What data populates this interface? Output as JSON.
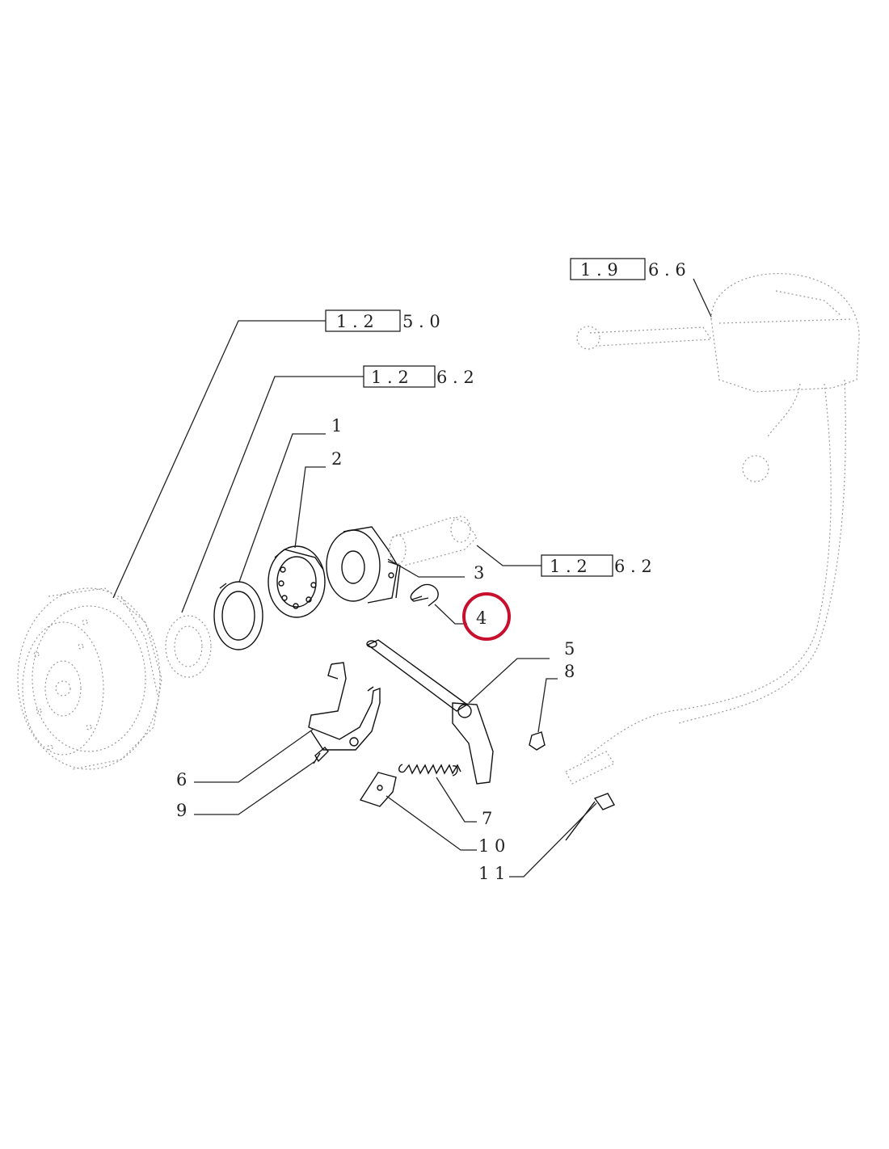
{
  "references": {
    "ref_1960": {
      "boxed": "1 . 9",
      "tail": "6 . 6"
    },
    "ref_1250": {
      "boxed": "1 . 2",
      "tail": "5 . 0"
    },
    "ref_1262_top": {
      "boxed": "1 . 2",
      "tail": "6 . 2"
    },
    "ref_1262_mid": {
      "boxed": "1 . 2",
      "tail": "6 . 2"
    }
  },
  "callouts": {
    "c1": "1",
    "c2": "2",
    "c3": "3",
    "c4": "4",
    "c5": "5",
    "c6": "6",
    "c7": "7",
    "c8": "8",
    "c9": "9",
    "c10": "1 0",
    "c11": "1 1"
  },
  "highlight": {
    "target": "4",
    "color": "#c8102e"
  }
}
